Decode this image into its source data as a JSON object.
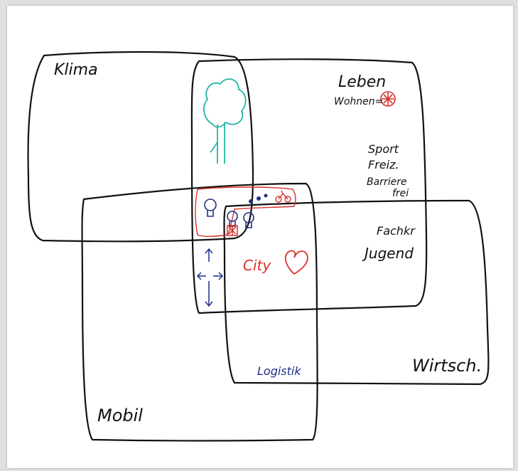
{
  "diagram": {
    "regions": [
      {
        "key": "klima",
        "label": "Klima"
      },
      {
        "key": "leben",
        "label": "Leben"
      },
      {
        "key": "mobil",
        "label": "Mobil"
      },
      {
        "key": "wirtsch",
        "label": "Wirtsch."
      }
    ],
    "labels": {
      "klima": "Klima",
      "leben": "Leben",
      "wohnen": "Wohnen=",
      "sport": "Sport",
      "freiz": "Freiz.",
      "barriere": "Barriere",
      "frei": "frei",
      "fachkr": "Fachkr",
      "jugend": "Jugend",
      "city": "City",
      "logistik": "Logistik",
      "mobil": "Mobil",
      "wirtsch": "Wirtsch."
    },
    "colors": {
      "ink_black": "#111111",
      "ink_red": "#d8312b",
      "ink_blue": "#1f2f86",
      "ink_teal": "#22b5a3",
      "background": "#ffffff"
    },
    "icons": [
      "tree-icon",
      "lightbulb-icon",
      "bicycle-icon",
      "heart-icon",
      "arrows-icon",
      "person-icon"
    ]
  }
}
